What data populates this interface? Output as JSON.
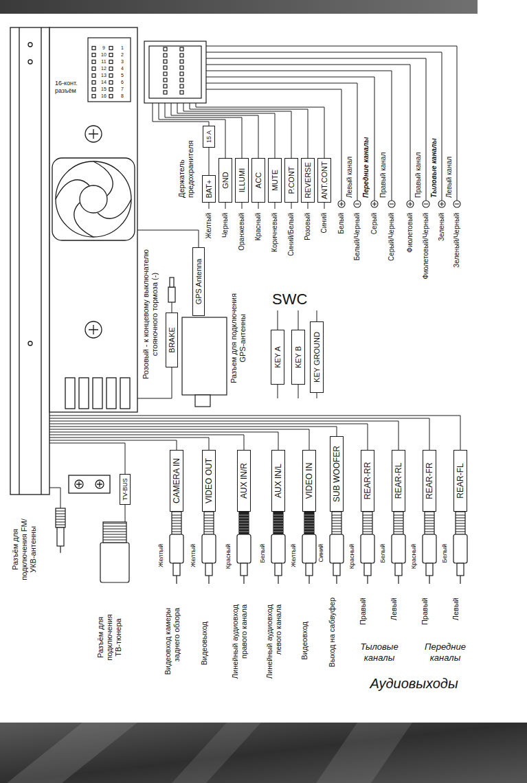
{
  "diagram": {
    "nodes": [
      {
        "text": [
          "15 A"
        ]
      },
      {
        "text": [
          "BAT+"
        ]
      },
      {
        "text": [
          "GND"
        ]
      },
      {
        "text": [
          "ILLUMI"
        ]
      },
      {
        "text": [
          "ACC"
        ]
      },
      {
        "text": [
          "MUTE"
        ]
      },
      {
        "text": [
          "P.CONT"
        ]
      },
      {
        "text": [
          "REVERSE"
        ]
      },
      {
        "text": [
          "ANT.CONT"
        ]
      },
      {
        "text": [
          "GPS Antenna"
        ]
      },
      {
        "text": [
          "BRAKE"
        ]
      },
      {
        "text": [
          "KEY A"
        ]
      },
      {
        "text": [
          "KEY B"
        ]
      },
      {
        "text": [
          "KEY GROUND"
        ]
      },
      {
        "text": [
          "TV-BUS"
        ]
      },
      {
        "text": [
          "CAMERA IN"
        ]
      },
      {
        "text": [
          "VIDEO OUT"
        ]
      },
      {
        "text": [
          "AUX IN/R"
        ]
      },
      {
        "text": [
          "AUX IN/L"
        ]
      },
      {
        "text": [
          "VIDEO IN"
        ]
      },
      {
        "text": [
          "SUB WOOFER"
        ]
      },
      {
        "text": [
          "REAR-RR"
        ]
      },
      {
        "text": [
          "REAR-RL"
        ]
      },
      {
        "text": [
          "REAR-FR"
        ]
      },
      {
        "text": [
          "REAR-FL"
        ]
      }
    ],
    "edges": [
      {
        "from": 0,
        "to": 1,
        "arrow": "none"
      }
    ],
    "labels": [
      "16-конт. разъём",
      "9",
      "10",
      "11",
      "12",
      "13",
      "14",
      "15",
      "16",
      "1",
      "2",
      "3",
      "4",
      "5",
      "6",
      "7",
      "8",
      "Держатель предохранителя",
      "Левый канал",
      "Передние каналы",
      "Правый канал",
      "Правый канал",
      "Тыловые каналы",
      "Левый канал",
      "Желтый",
      "Черный",
      "Оранжевый",
      "Красный",
      "Коричневый",
      "Синий/Белый",
      "Розовый",
      "Синий",
      "Белый",
      "Белый/Черный",
      "Серый",
      "Серый/Черный",
      "Фиолетовый",
      "Фиолетовый/Черный",
      "Зеленый",
      "Зеленый/Черный",
      "Розовый - к концевому выключателю стояночного тормоза (-)",
      "Разъем для подключения GPS-антенны",
      "SWC",
      "Разъём для подключения FM/УКВ-антенны",
      "Разъём для подключения ТВ-тюнера",
      "Желтый",
      "Желтый",
      "Красный",
      "Белый",
      "Желтый",
      "Синий",
      "Красный",
      "Белый",
      "Красный",
      "Белый",
      "Видеовход камеры заднего обзора",
      "Видеовыход",
      "Линейный аудиовход правого канала",
      "Линейный аудиовход левого канала",
      "Видеовход",
      "Выход на сабвуфер",
      "Правый",
      "Левый",
      "Правый",
      "Левый",
      "Тыловые каналы",
      "Передние каналы",
      "Аудиовыходы"
    ]
  }
}
